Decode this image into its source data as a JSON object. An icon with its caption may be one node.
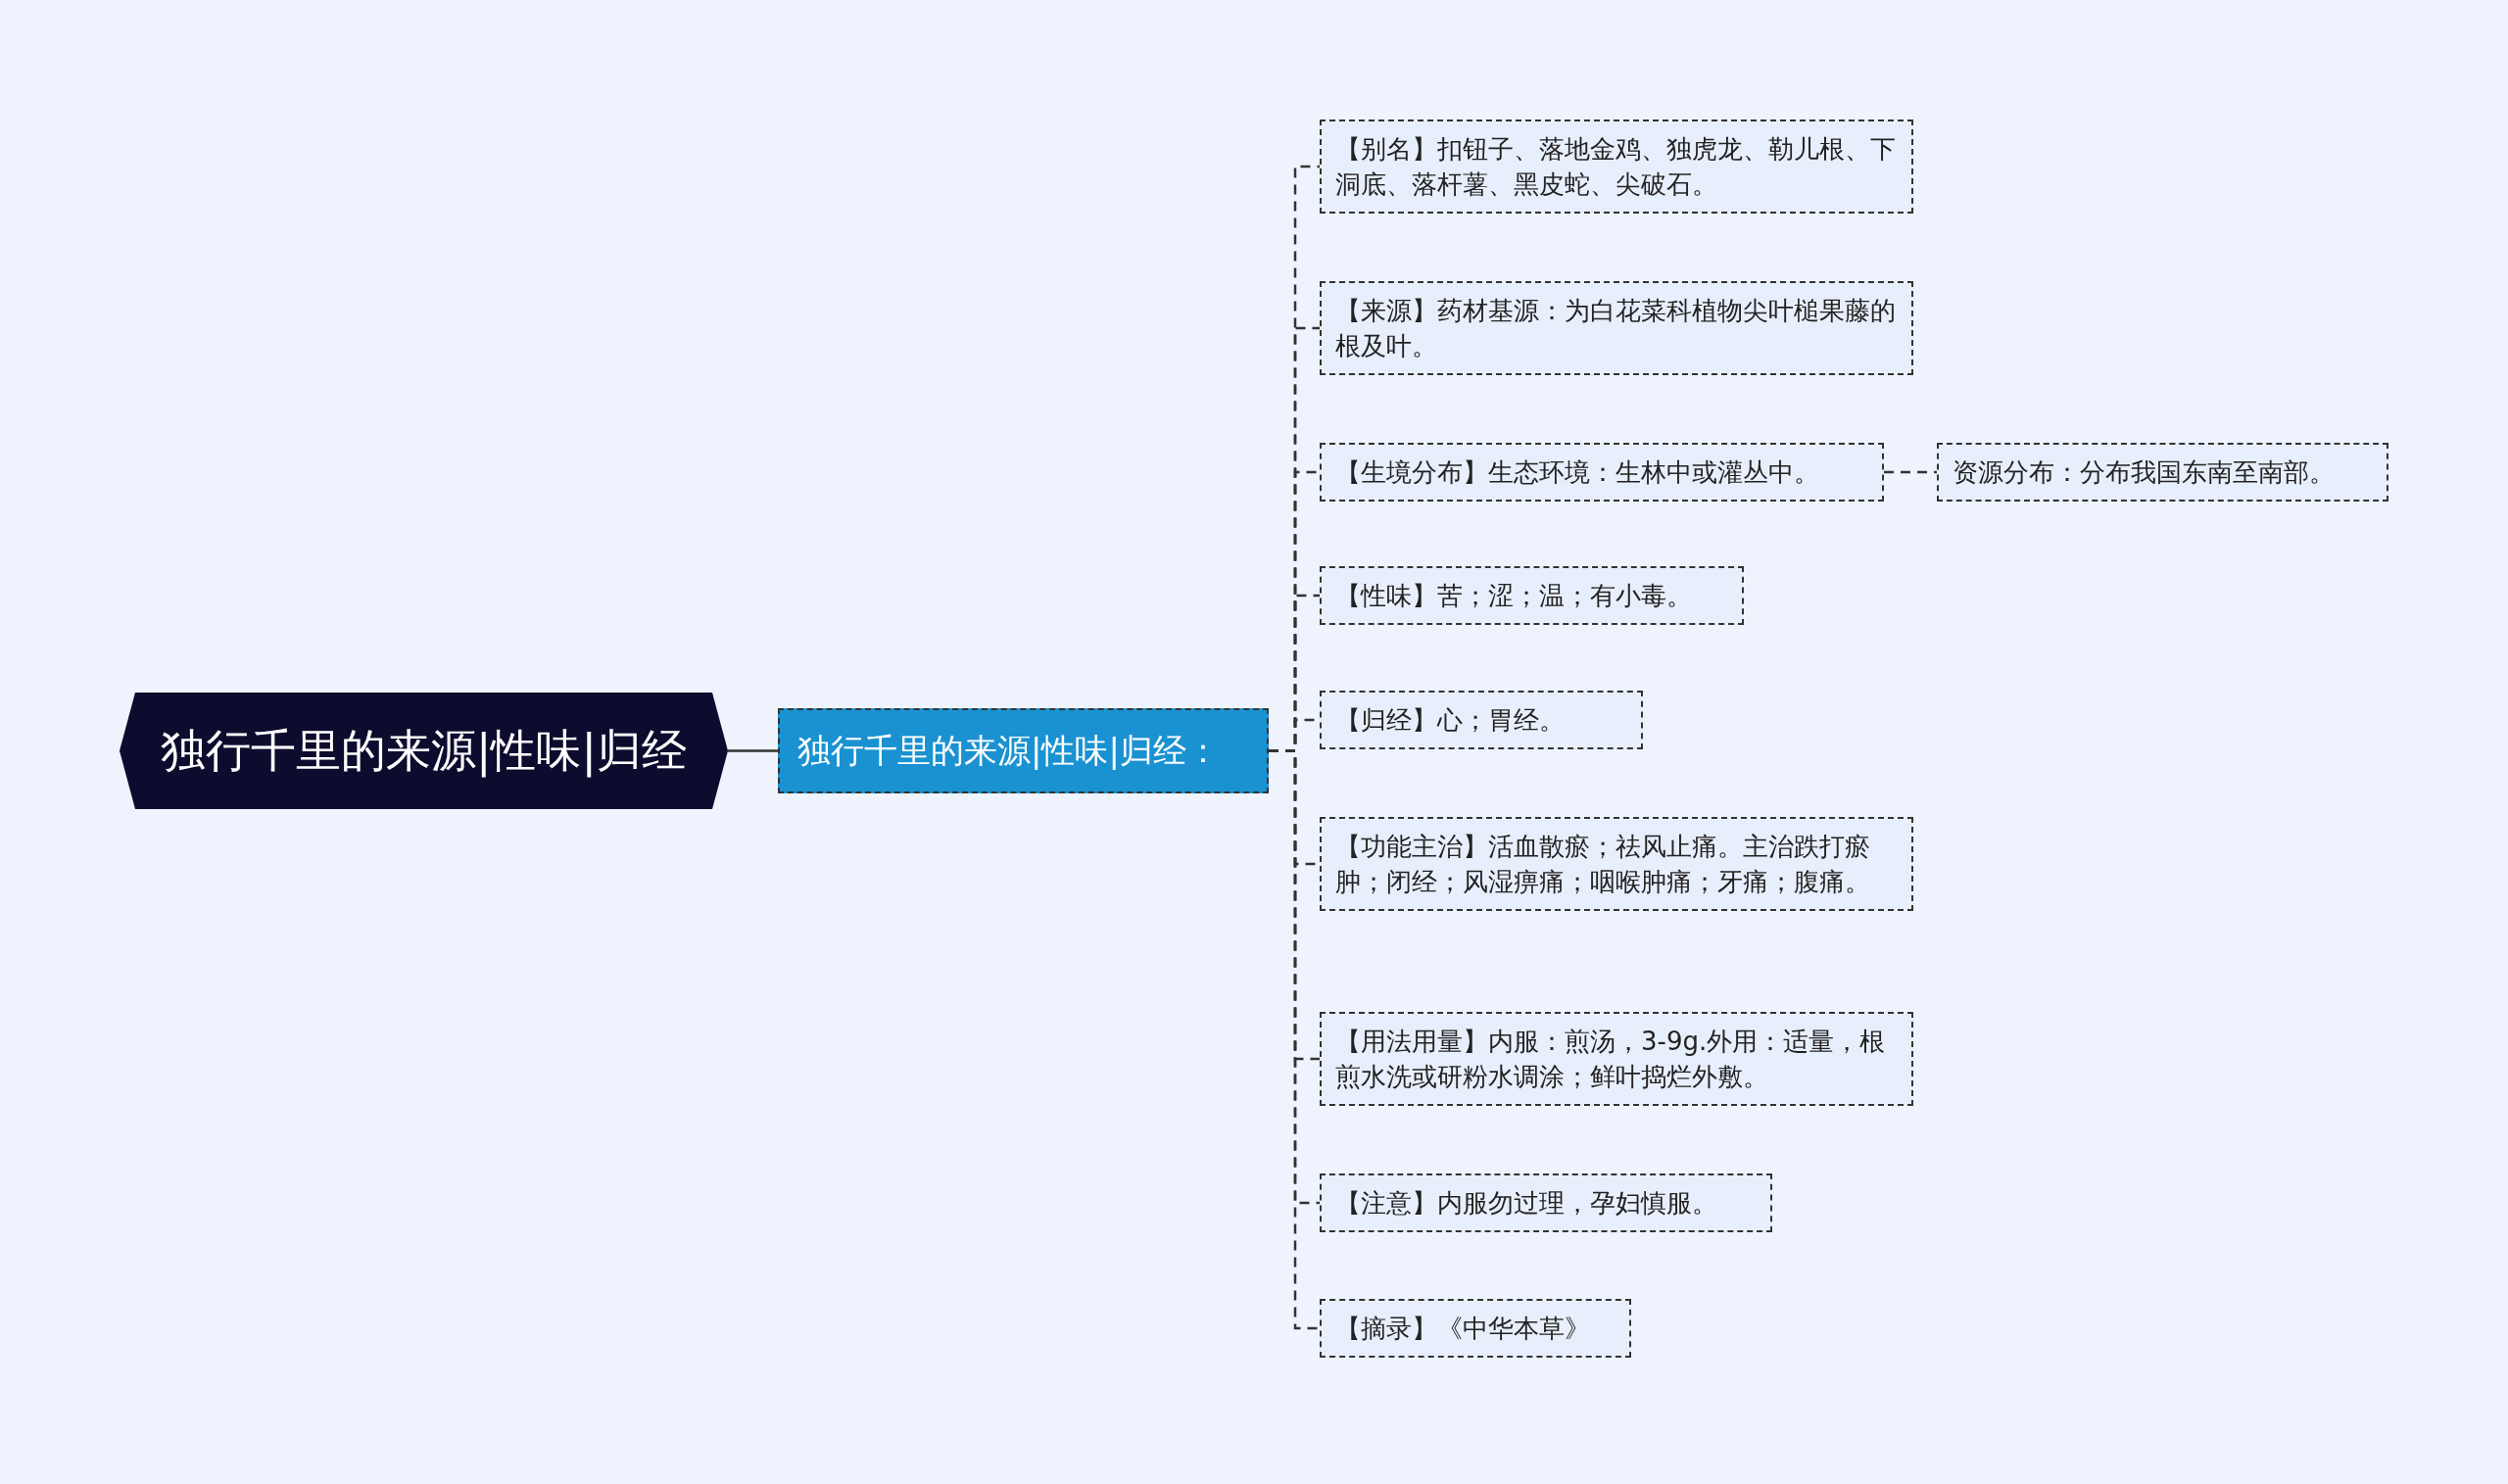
{
  "diagram": {
    "nodes": [
      {
        "text": [
          "独行千里的来源|性味|归经"
        ]
      },
      {
        "text": [
          "独行千里的来源|性味|归经："
        ]
      },
      {
        "text": [
          "【别名】扣钮子、落地金鸡、独虎龙、勒儿根、下洞底、落杆薯、黑皮蛇、尖破石。"
        ]
      },
      {
        "text": [
          "【来源】药材基源：为白花菜科植物尖叶槌果藤的根及叶。"
        ]
      },
      {
        "text": [
          "【生境分布】生态环境：生林中或灌丛中。"
        ]
      },
      {
        "text": [
          "资源分布：分布我国东南至南部。"
        ]
      },
      {
        "text": [
          "【性味】苦；涩；温；有小毒。"
        ]
      },
      {
        "text": [
          "【归经】心；胃经。"
        ]
      },
      {
        "text": [
          "【功能主治】活血散瘀；祛风止痛。主治跌打瘀肿；闭经；风湿痹痛；咽喉肿痛；牙痛；腹痛。"
        ]
      },
      {
        "text": [
          "【用法用量】内服：煎汤，3-9g.外用：适量，根煎水洗或研粉水调涂；鲜叶捣烂外敷。"
        ]
      },
      {
        "text": [
          "【注意】内服勿过理，孕妇慎服。"
        ]
      },
      {
        "text": [
          "【摘录】《中华本草》"
        ]
      }
    ],
    "edges": [
      {
        "from": 0,
        "to": 1,
        "arrow": "none"
      },
      {
        "from": 1,
        "to": 2,
        "arrow": "none",
        "style": "dashed"
      },
      {
        "from": 1,
        "to": 3,
        "arrow": "none",
        "style": "dashed"
      },
      {
        "from": 1,
        "to": 4,
        "arrow": "none",
        "style": "dashed"
      },
      {
        "from": 4,
        "to": 5,
        "arrow": "none",
        "style": "dashed"
      },
      {
        "from": 1,
        "to": 6,
        "arrow": "none",
        "style": "dashed"
      },
      {
        "from": 1,
        "to": 7,
        "arrow": "none",
        "style": "dashed"
      },
      {
        "from": 1,
        "to": 8,
        "arrow": "none",
        "style": "dashed"
      },
      {
        "from": 1,
        "to": 9,
        "arrow": "none",
        "style": "dashed"
      },
      {
        "from": 1,
        "to": 10,
        "arrow": "none",
        "style": "dashed"
      },
      {
        "from": 1,
        "to": 11,
        "arrow": "none",
        "style": "dashed"
      }
    ]
  }
}
